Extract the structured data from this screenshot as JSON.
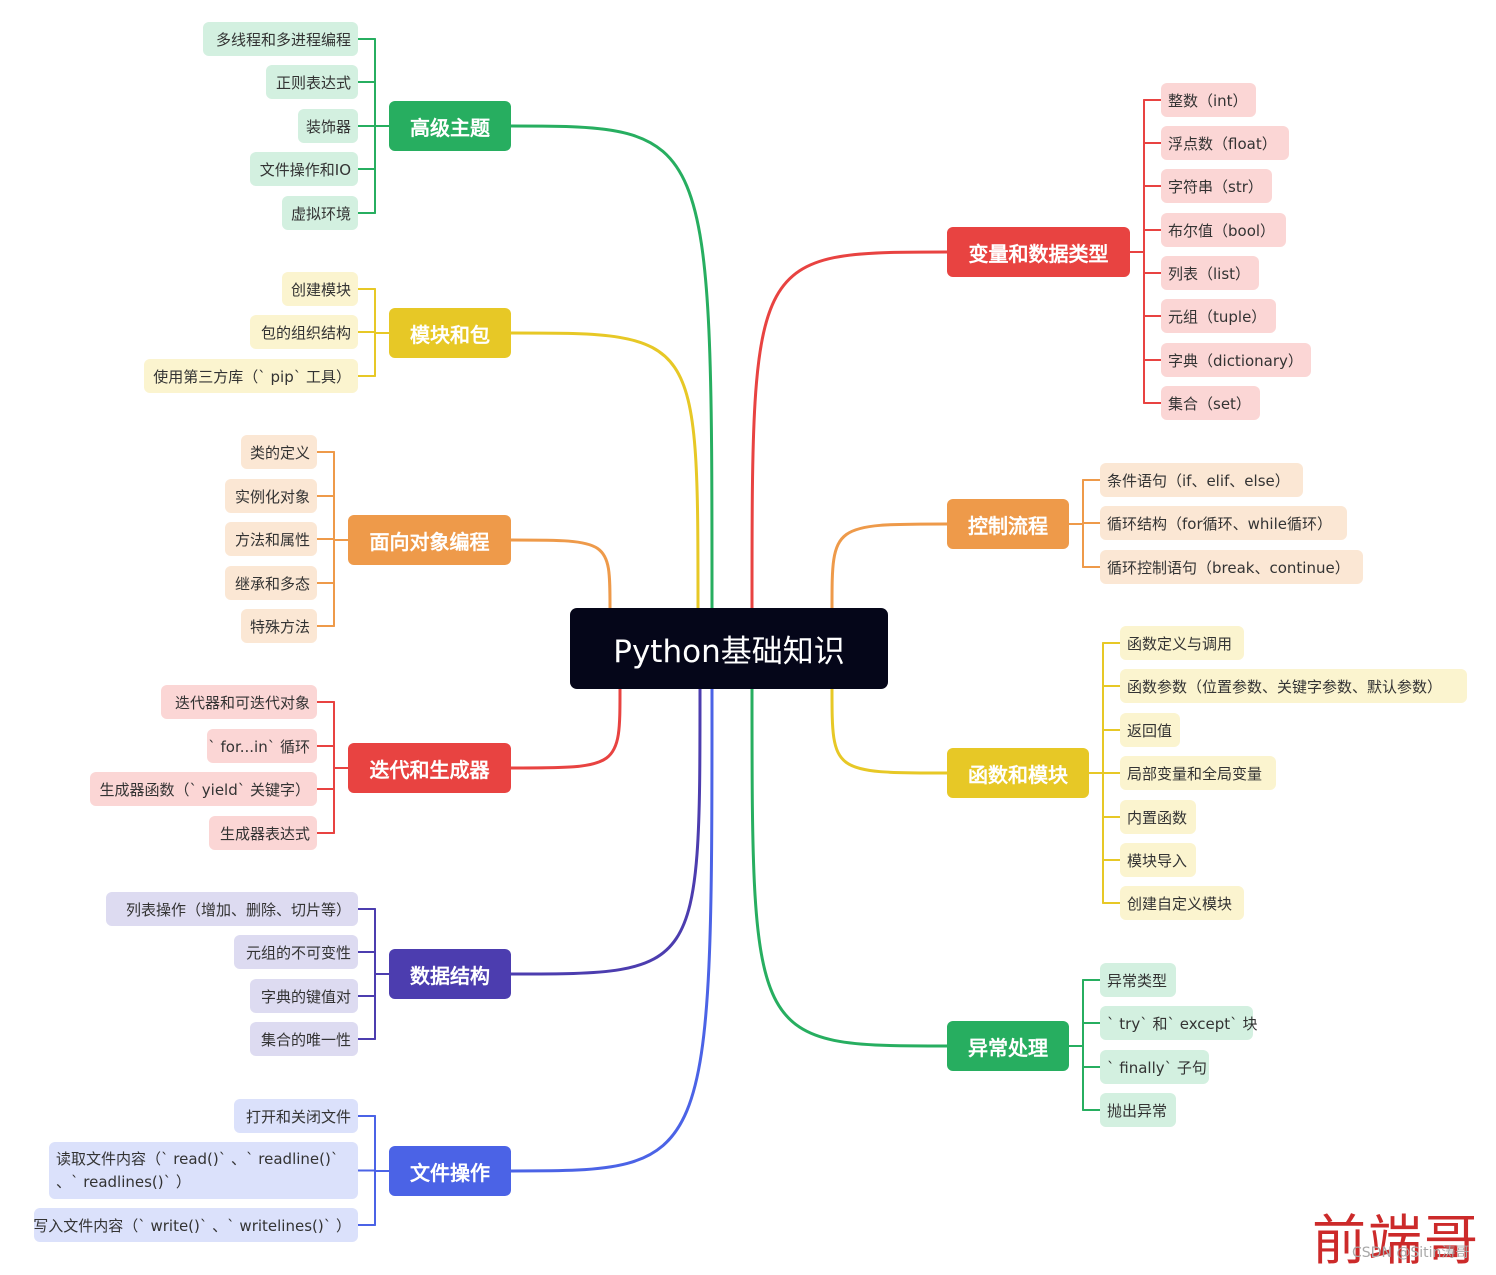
{
  "root": {
    "label": "Python基础知识"
  },
  "branches": [
    {
      "id": "advanced",
      "side": "left",
      "label": "高级主题",
      "color": "#27ae60",
      "leaf_bg": "#d3f0e0",
      "items": [
        "多线程和多进程编程",
        "正则表达式",
        "装饰器",
        "文件操作和IO",
        "虚拟环境"
      ]
    },
    {
      "id": "modules",
      "side": "left",
      "label": "模块和包",
      "color": "#e7c826",
      "leaf_bg": "#fbf4cf",
      "items": [
        "创建模块",
        "包的组织结构",
        "使用第三方库（` pip` 工具）"
      ]
    },
    {
      "id": "oop",
      "side": "left",
      "label": "面向对象编程",
      "color": "#ee9a4a",
      "leaf_bg": "#fbe7d4",
      "items": [
        "类的定义",
        "实例化对象",
        "方法和属性",
        "继承和多态",
        "特殊方法"
      ]
    },
    {
      "id": "iter",
      "side": "left",
      "label": "迭代和生成器",
      "color": "#e84341",
      "leaf_bg": "#fbd6d5",
      "items": [
        "迭代器和可迭代对象",
        "` for...in` 循环",
        "生成器函数（` yield` 关键字）",
        "生成器表达式"
      ]
    },
    {
      "id": "ds",
      "side": "left",
      "label": "数据结构",
      "color": "#4c3daf",
      "leaf_bg": "#dddbf1",
      "items": [
        "列表操作（增加、删除、切片等）",
        "元组的不可变性",
        "字典的键值对",
        "集合的唯一性"
      ]
    },
    {
      "id": "file",
      "side": "left",
      "label": "文件操作",
      "color": "#4b63e6",
      "leaf_bg": "#dbe1fb",
      "items": [
        "打开和关闭文件",
        "读取文件内容（` read()` 、` readline()` 、` readlines()` ）",
        "写入文件内容（` write()` 、` writelines()` ）"
      ]
    },
    {
      "id": "vars",
      "side": "right",
      "label": "变量和数据类型",
      "color": "#e84341",
      "leaf_bg": "#fbd6d5",
      "items": [
        "整数（int）",
        "浮点数（float）",
        "字符串（str）",
        "布尔值（bool）",
        "列表（list）",
        "元组（tuple）",
        "字典（dictionary）",
        "集合（set）"
      ]
    },
    {
      "id": "flow",
      "side": "right",
      "label": "控制流程",
      "color": "#ee9a4a",
      "leaf_bg": "#fbe7d4",
      "items": [
        "条件语句（if、elif、else）",
        "循环结构（for循环、while循环）",
        "循环控制语句（break、continue）"
      ]
    },
    {
      "id": "func",
      "side": "right",
      "label": "函数和模块",
      "color": "#e7c826",
      "leaf_bg": "#fbf4cf",
      "items": [
        "函数定义与调用",
        "函数参数（位置参数、关键字参数、默认参数）",
        "返回值",
        "局部变量和全局变量",
        "内置函数",
        "模块导入",
        "创建自定义模块"
      ]
    },
    {
      "id": "exc",
      "side": "right",
      "label": "异常处理",
      "color": "#27ae60",
      "leaf_bg": "#d3f0e0",
      "items": [
        "异常类型",
        "` try` 和` except` 块",
        "` finally` 子句",
        "抛出异常"
      ]
    }
  ],
  "watermark": {
    "text": "前端哥",
    "credit": "CSDN @Sitin涛哥"
  }
}
